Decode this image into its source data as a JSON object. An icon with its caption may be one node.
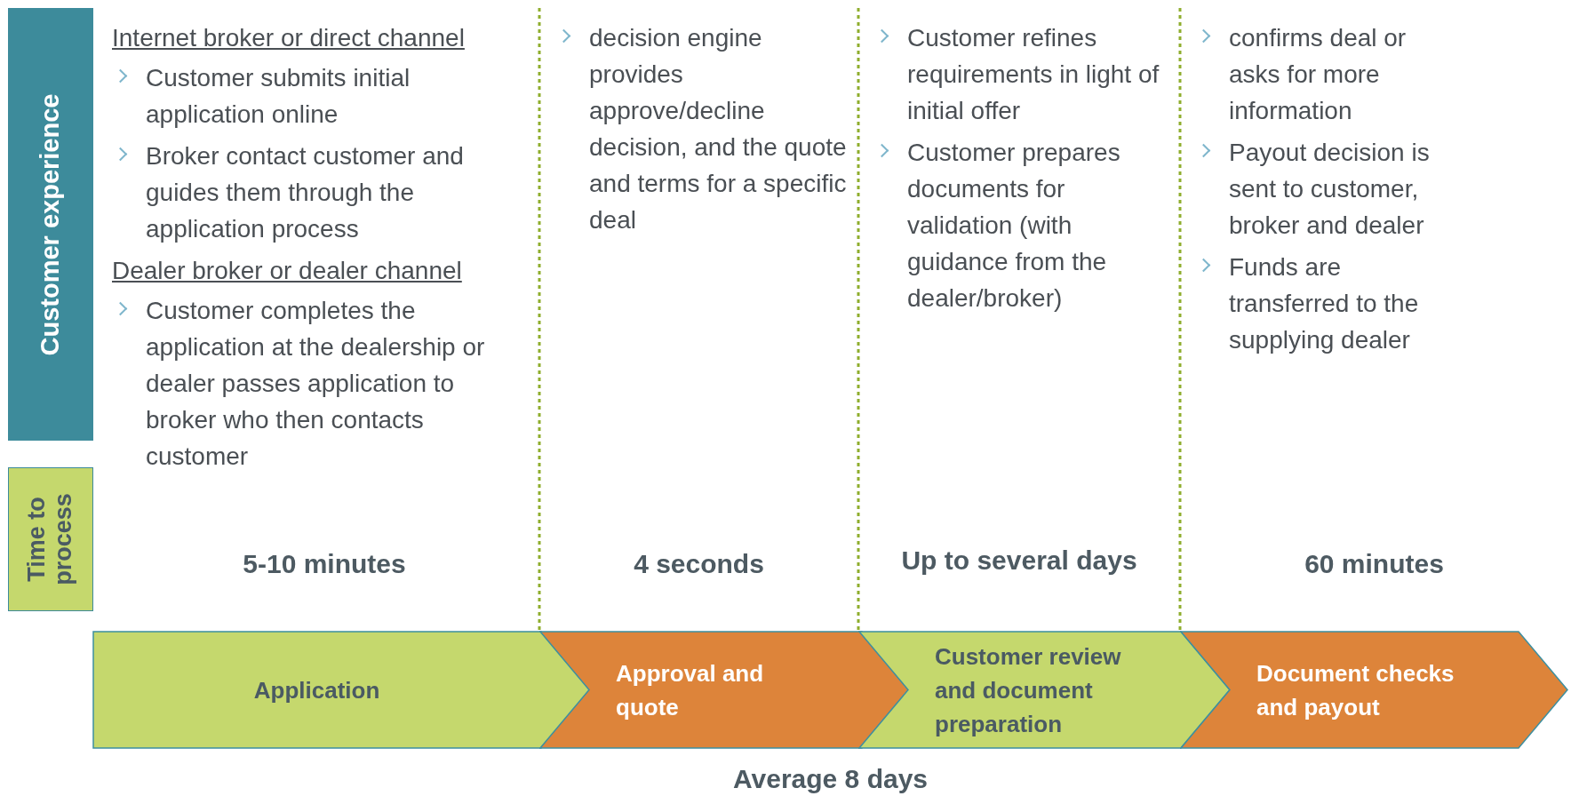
{
  "diagram": {
    "nodes": [
      {
        "text": [
          "Customer experience"
        ]
      },
      {
        "text": [
          "Time to process"
        ]
      },
      {
        "text": [
          "Application"
        ]
      },
      {
        "text": [
          "Approval and quote"
        ]
      },
      {
        "text": [
          "Customer review and document preparation"
        ]
      },
      {
        "text": [
          "Document checks and payout"
        ]
      }
    ],
    "edges": [],
    "labels": [
      "Internet broker or direct channel",
      "Customer submits initial application online",
      "Broker contact customer and guides them through the application process",
      "Dealer broker or dealer channel",
      "Customer completes the application at the dealership or dealer passes application to broker who then contacts customer",
      "decision engine provides approve/decline decision, and the quote and terms for a specific deal",
      "Customer refines requirements in light of initial offer",
      "Customer prepares documents for validation (with guidance from the dealer/broker)",
      "confirms deal or asks for more information",
      "Payout decision is sent to customer, broker and dealer",
      "Funds are transferred to the supplying dealer",
      "5-10 minutes",
      "4 seconds",
      "Up to several days",
      "60 minutes",
      "Average 8 days"
    ]
  }
}
